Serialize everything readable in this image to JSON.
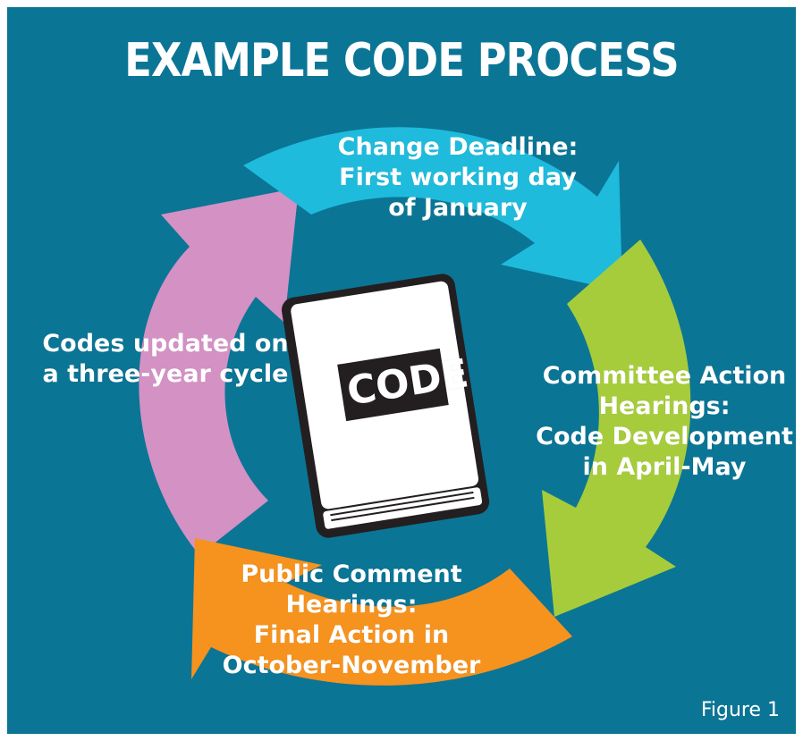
{
  "title": "EXAMPLE CODE PROCESS",
  "book": {
    "label": "CODE"
  },
  "steps": [
    {
      "lines": [
        "Change Deadline:",
        "First working day",
        "of January"
      ],
      "color": "#1fbbdc"
    },
    {
      "lines": [
        "Committee Action",
        "Hearings:",
        "Code Development",
        "in April-May"
      ],
      "color": "#a6cc3c"
    },
    {
      "lines": [
        "Public Comment",
        "Hearings:",
        "Final Action in",
        "October-November"
      ],
      "color": "#f6921e"
    },
    {
      "lines": [
        "Codes updated on",
        "a three-year cycle"
      ],
      "color": "#d491c4"
    }
  ],
  "figure_label": "Figure 1",
  "colors": {
    "background": "#0b7595",
    "book_fill": "#ffffff",
    "book_outline": "#231f20"
  }
}
